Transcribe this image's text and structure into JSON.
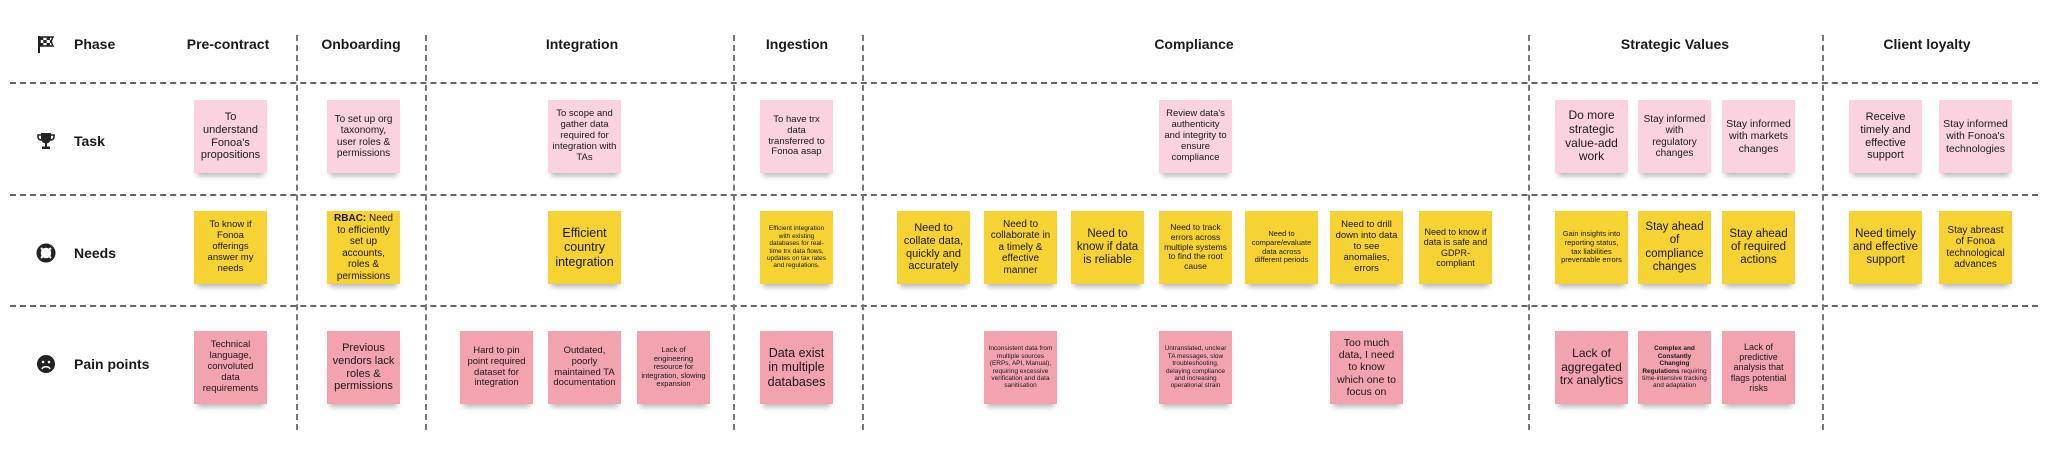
{
  "phases": [
    "Phase",
    "Pre-contract",
    "Onboarding",
    "Integration",
    "Ingestion",
    "Compliance",
    "Strategic Values",
    "Client loyalty"
  ],
  "rows": [
    "Task",
    "Needs",
    "Pain points"
  ],
  "colors": {
    "task": "#fbd3e0",
    "needs": "#f6d233",
    "pain": "#f2a3ae",
    "divider": "#666666"
  },
  "task": {
    "precontract": "To understand Fonoa's propositions",
    "onboarding": "To set up org taxonomy, user roles & permissions",
    "integration": "To scope and gather data required for integration with TAs",
    "ingestion": "To have trx data transferred to Fonoa asap",
    "compliance": "Review data's authenticity and integrity to ensure compliance",
    "strategic": [
      "Do more strategic value-add work",
      "Stay informed with regulatory changes",
      "Stay informed with markets changes"
    ],
    "loyalty": [
      "Receive timely and effective support",
      "Stay informed with Fonoa's technologies"
    ]
  },
  "needs": {
    "precontract": "To know if Fonoa offerings answer my needs",
    "onboarding_bold": "RBAC:",
    "onboarding": " Need to efficiently set up accounts, roles & permissions",
    "integration": "Efficient country integration",
    "ingestion": "Efficient integration with existing databases for real-time trx data flows, updates on tax rates and regulations.",
    "compliance": [
      "Need to collate data, quickly and accurately",
      "Need to collaborate in a timely & effective manner",
      "Need to know if data is reliable",
      "Need to track errors across multiple systems to find the root cause",
      "Need to compare/evaluate data across different periods",
      "Need to drill down into data to see anomalies, errors",
      "Need to know if data is safe and GDPR-compliant"
    ],
    "strategic": [
      "Gain insights into reporting status, tax liabilities preventable errors",
      "Stay ahead of compliance changes",
      "Stay ahead of required actions"
    ],
    "loyalty": [
      "Need timely and effective support",
      "Stay abreast of Fonoa technological advances"
    ]
  },
  "pain": {
    "precontract": "Technical language, convoluted data requirements",
    "onboarding": "Previous vendors lack roles & permissions",
    "integration": [
      "Hard to pin point required dataset for integration",
      "Outdated, poorly maintained TA documentation",
      "Lack of engineering resource for integration, slowing expansion"
    ],
    "ingestion": "Data exist in multiple databases",
    "compliance": [
      "Inconsistent data from multiple sources (ERPs, API, Manual), requiring excessive verification and data sanitisation",
      "Untranslated, unclear TA messages, slow troubleshooting, delaying compliance and increasing operational strain",
      "Too much data, I need to know which one to focus on"
    ],
    "strategic": [
      "Lack of aggregated trx analytics",
      "Complex and Constantly Changing Regulations",
      " requiring time-intensive tracking and adaptation",
      "Lack of predictive analysis that flags potential risks"
    ]
  }
}
